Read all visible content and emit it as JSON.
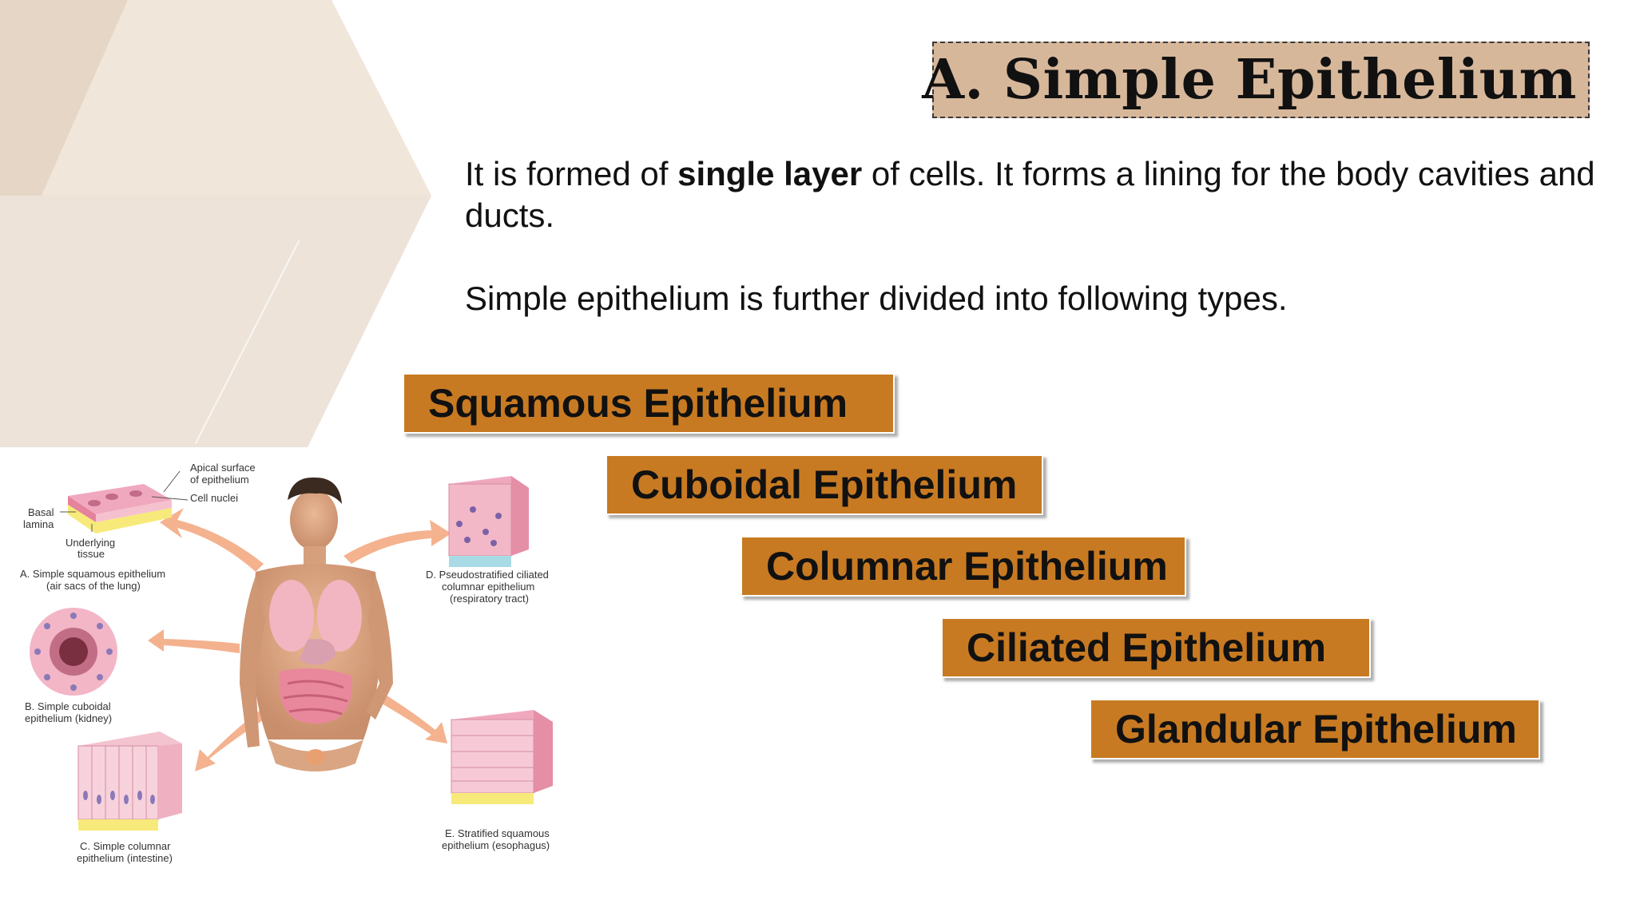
{
  "slide": {
    "title": "A. Simple Epithelium",
    "paragraph1": {
      "before": "It is formed of ",
      "bold": "single layer",
      "after": " of cells. It forms a lining for the body cavities and ducts."
    },
    "paragraph2": "Simple epithelium is further divided into following types.",
    "types": [
      {
        "label": "Squamous Epithelium"
      },
      {
        "label": "Cuboidal Epithelium"
      },
      {
        "label": "Columnar Epithelium"
      },
      {
        "label": "Ciliated Epithelium"
      },
      {
        "label": "Glandular Epithelium"
      }
    ],
    "colors": {
      "title_bg": "#d7b79a",
      "type_bg": "#c87a22",
      "decor_bg": "#eadccd"
    }
  },
  "diagram": {
    "labels": {
      "apical1": "Apical surface",
      "apical2": "of epithelium",
      "nuclei": "Cell nuclei",
      "basal1": "Basal",
      "basal2": "lamina",
      "under1": "Underlying",
      "under2": "tissue",
      "a1": "A. Simple squamous epithelium",
      "a2": "(air sacs of the lung)",
      "b1": "B. Simple cuboidal",
      "b2": "epithelium (kidney)",
      "c1": "C. Simple columnar",
      "c2": "epithelium (intestine)",
      "d1": "D. Pseudostratified ciliated",
      "d2": "columnar epithelium",
      "d3": "(respiratory tract)",
      "e1": "E. Stratified squamous",
      "e2": "epithelium (esophagus)"
    }
  }
}
